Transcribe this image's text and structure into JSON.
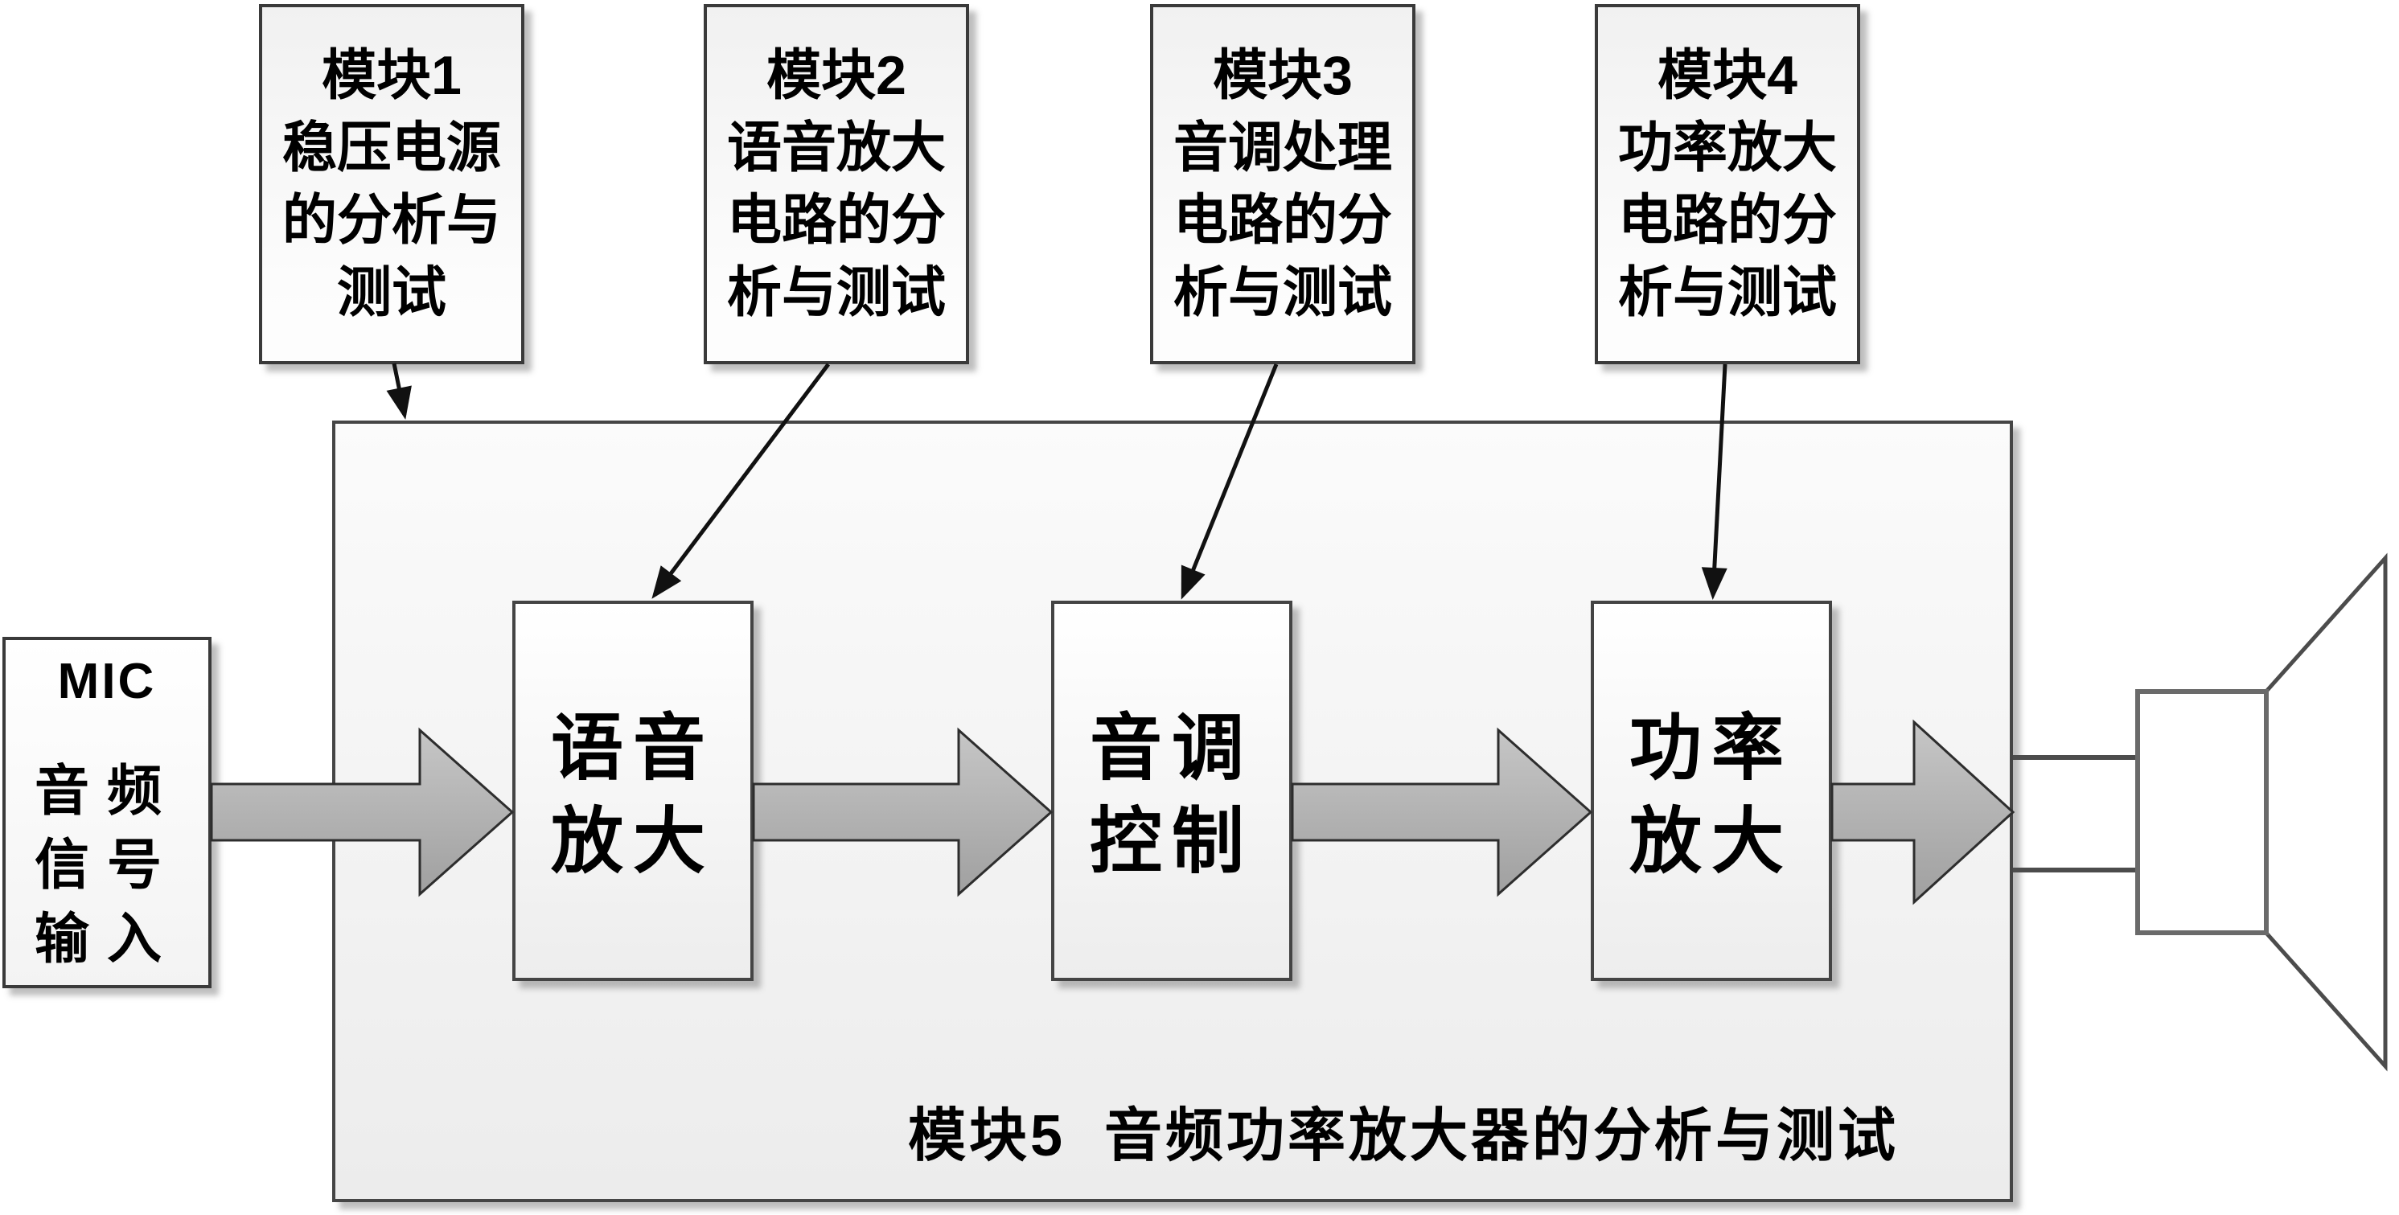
{
  "diagram": {
    "annotation_modules": [
      {
        "title": "模块1",
        "subtitle": "稳压电源的分析与测试"
      },
      {
        "title": "模块2",
        "subtitle": "语音放大电路的分析与测试"
      },
      {
        "title": "模块3",
        "subtitle": "音调处理电路的分析与测试"
      },
      {
        "title": "模块4",
        "subtitle": "功率放大电路的分析与测试"
      }
    ],
    "input": {
      "title": "MIC",
      "subtitle": "音频信号输入"
    },
    "stages": [
      {
        "label": "语音放大"
      },
      {
        "label": "音调控制"
      },
      {
        "label": "功率放大"
      }
    ],
    "container": {
      "label": "模块5  音频功率放大器的分析与测试"
    },
    "output": {
      "icon": "speaker-icon"
    },
    "colors": {
      "box_border": "#3a3a3a",
      "flow_arrow_fill": "#adadad",
      "flow_arrow_outline": "#2d2d2d",
      "annotation_line": "#111111",
      "container_fill": "#ececec",
      "background": "#ffffff"
    }
  }
}
